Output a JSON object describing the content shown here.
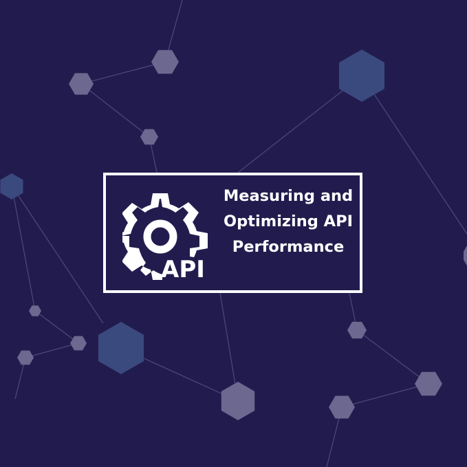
{
  "title_lines": [
    "Measuring and",
    "Optimizing API",
    "Performance"
  ],
  "logo_text": "API",
  "icon": "gear-icon",
  "colors": {
    "background": "#221c4e",
    "foreground": "#ffffff",
    "node_gray": "#6c6890",
    "node_blue": "#3b4a7e",
    "line": "#4d4a7a"
  }
}
